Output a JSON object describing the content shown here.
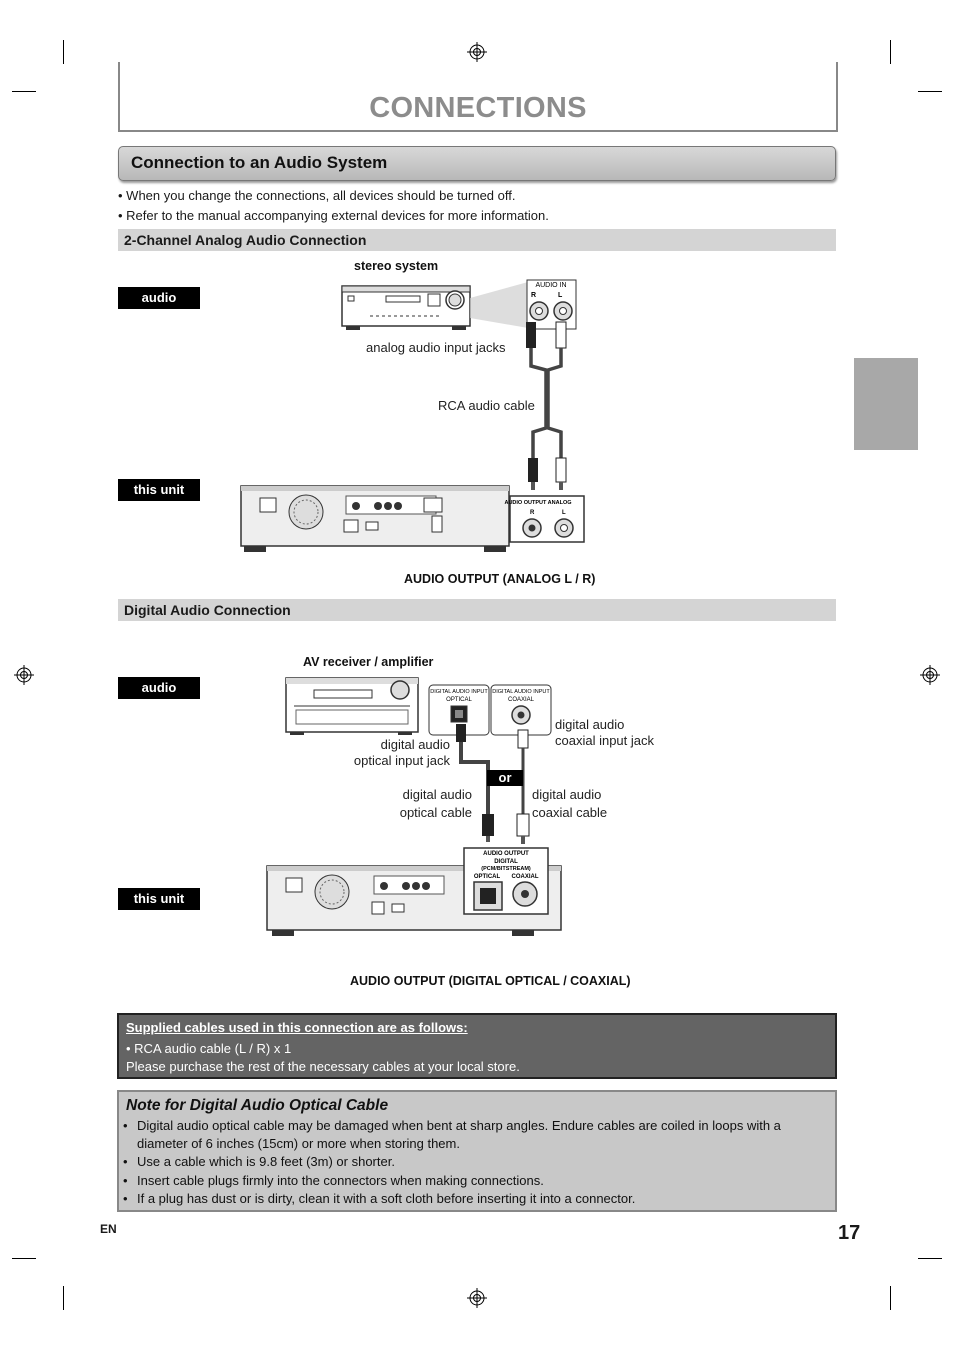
{
  "page": {
    "title": "CONNECTIONS",
    "section_title": "Connection to an Audio System",
    "bullets": [
      "When you change the connections, all devices should be turned off.",
      "Refer to the manual accompanying external devices for more information."
    ],
    "lang": "EN",
    "page_number": "17"
  },
  "analog": {
    "heading": "2-Channel Analog Audio Connection",
    "tag_audio": "audio",
    "tag_unit": "this unit",
    "device_label": "stereo system",
    "jacks_label": "analog audio input jacks",
    "cable_label": "RCA audio cable",
    "output_label": "AUDIO OUTPUT (ANALOG L / R)",
    "panel_in": "AUDIO IN",
    "panel_r": "R",
    "panel_l": "L",
    "unit_panel": "AUDIO OUTPUT ANALOG",
    "unit_r": "R",
    "unit_l": "L"
  },
  "digital": {
    "heading": "Digital Audio Connection",
    "tag_audio": "audio",
    "tag_unit": "this unit",
    "device_label": "AV receiver / amplifier",
    "optical_panel_1": "DIGITAL AUDIO INPUT",
    "optical_panel_2": "OPTICAL",
    "coaxial_panel_1": "DIGITAL AUDIO INPUT",
    "coaxial_panel_2": "COAXIAL",
    "optical_jack_1": "digital audio",
    "optical_jack_2": "optical input jack",
    "coaxial_jack_1": "digital audio",
    "coaxial_jack_2": "coaxial input jack",
    "or_label": "or",
    "optical_cable_1": "digital audio",
    "optical_cable_2": "optical cable",
    "coaxial_cable_1": "digital audio",
    "coaxial_cable_2": "coaxial cable",
    "unit_panel_1": "AUDIO OUTPUT",
    "unit_panel_2": "DIGITAL",
    "unit_panel_3": "(PCM/BITSTREAM)",
    "unit_optical": "OPTICAL",
    "unit_coaxial": "COAXIAL",
    "output_label": "AUDIO OUTPUT (DIGITAL OPTICAL / COAXIAL)"
  },
  "supplied": {
    "heading": "Supplied cables used in this connection are as follows:",
    "line1": "• RCA audio cable (L / R) x 1",
    "line2": "Please purchase the rest of the necessary cables at your local store."
  },
  "note": {
    "title": "Note for Digital Audio Optical Cable",
    "items": [
      "Digital audio optical cable may be damaged when bent at sharp angles. Endure cables are coiled in loops with a diameter of 6 inches (15cm) or more when storing them.",
      "Use a cable which is 9.8 feet (3m) or shorter.",
      "Insert cable plugs firmly into the connectors when making connections.",
      "If a plug has dust or is dirty, clean it with a soft cloth before inserting it into a connector."
    ]
  }
}
